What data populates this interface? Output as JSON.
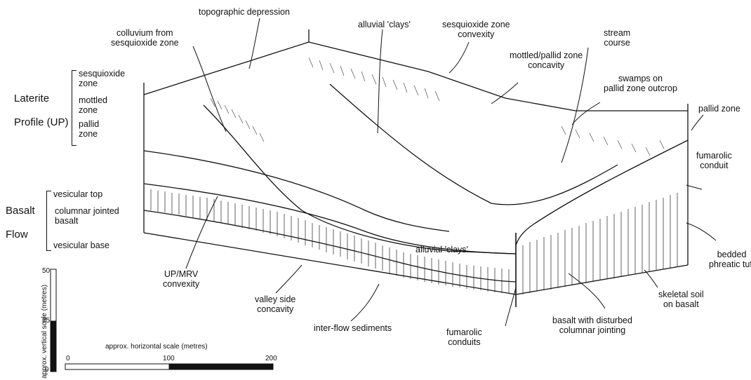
{
  "labels": {
    "topographic_depression": "topographic depression",
    "colluvium": "colluvium from\nsesquioxide zone",
    "alluvial_clays_top": "alluvial 'clays'",
    "sesquioxide_convexity": "sesquioxide zone\nconvexity",
    "stream_course": "stream\ncourse",
    "mottled_pallid_concavity": "mottled/pallid zone\nconcavity",
    "swamps": "swamps on\npallid zone outcrop",
    "pallid_zone_right": "pallid zone",
    "fumarolic_conduit": "fumarolic\nconduit",
    "bedded_tuff": "bedded\nphreatic tuff",
    "skeletal_soil": "skeletal soil\non basalt",
    "basalt_disturbed": "basalt with disturbed\ncolumnar jointing",
    "fumarolic_conduits": "fumarolic\nconduits",
    "inter_flow": "inter-flow sediments",
    "valley_side": "valley side\nconcavity",
    "up_mrv": "UP/MRV\nconvexity",
    "alluvial_clays_front": "alluvial 'clays'"
  },
  "profile": {
    "laterite": "Laterite",
    "profile_up": "Profile (UP)",
    "sesquioxide_zone": "sesquioxide\nzone",
    "mottled_zone": "mottled\nzone",
    "pallid_zone": "pallid\nzone"
  },
  "basalt": {
    "basalt": "Basalt",
    "flow": "Flow",
    "vesicular_top": "vesicular top",
    "columnar": "columnar jointed\nbasalt",
    "vesicular_base": "vesicular base"
  },
  "scales": {
    "vertical_title": "approx. vertical scale (metres)",
    "vertical_ticks": [
      "50",
      "25",
      "0"
    ],
    "horizontal_title": "approx. horizontal scale (metres)",
    "horizontal_ticks": [
      "0",
      "100",
      "200"
    ]
  }
}
